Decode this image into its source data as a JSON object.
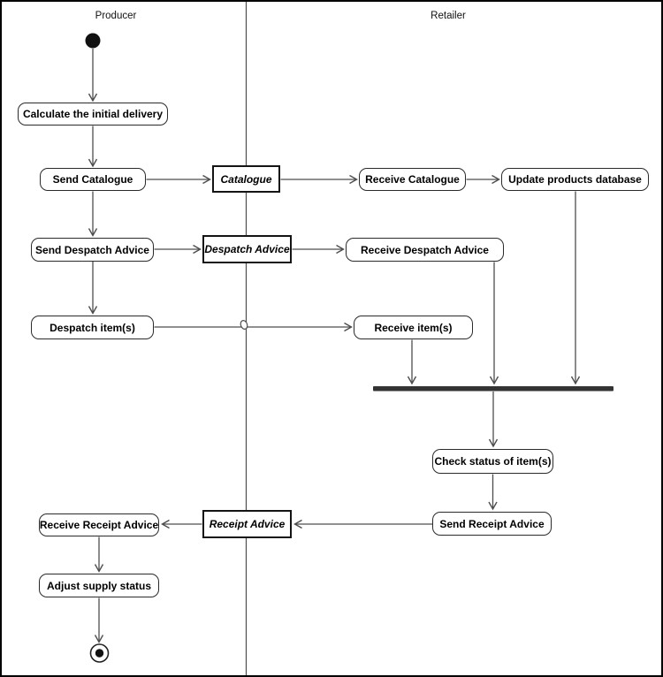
{
  "lanes": {
    "producer": "Producer",
    "retailer": "Retailer"
  },
  "nodes": {
    "calculate": "Calculate the initial delivery",
    "send_catalogue": "Send Catalogue",
    "catalogue_object": "Catalogue",
    "receive_catalogue": "Receive Catalogue",
    "update_products": "Update products database",
    "send_despatch": "Send Despatch Advice",
    "despatch_object": "Despatch Advice",
    "receive_despatch": "Receive Despatch Advice",
    "despatch_items": "Despatch item(s)",
    "receive_items": "Receive item(s)",
    "check_status": "Check status of item(s)",
    "send_receipt": "Send Receipt Advice",
    "receipt_object": "Receipt Advice",
    "receive_receipt": "Receive Receipt Advice",
    "adjust_supply": "Adjust supply status"
  },
  "symbols": {
    "start": "initial-node",
    "end": "activity-final-node",
    "join": "join-synchronization-bar",
    "hop": "line-hop"
  },
  "edges": [
    {
      "from": "start",
      "to": "calculate"
    },
    {
      "from": "calculate",
      "to": "send_catalogue"
    },
    {
      "from": "send_catalogue",
      "to": "catalogue_object"
    },
    {
      "from": "catalogue_object",
      "to": "receive_catalogue"
    },
    {
      "from": "receive_catalogue",
      "to": "update_products"
    },
    {
      "from": "send_catalogue",
      "to": "send_despatch"
    },
    {
      "from": "send_despatch",
      "to": "despatch_object"
    },
    {
      "from": "despatch_object",
      "to": "receive_despatch"
    },
    {
      "from": "send_despatch",
      "to": "despatch_items"
    },
    {
      "from": "despatch_items",
      "to": "receive_items"
    },
    {
      "from": "receive_items",
      "to": "join"
    },
    {
      "from": "receive_despatch",
      "to": "join"
    },
    {
      "from": "update_products",
      "to": "join"
    },
    {
      "from": "join",
      "to": "check_status"
    },
    {
      "from": "check_status",
      "to": "send_receipt"
    },
    {
      "from": "send_receipt",
      "to": "receipt_object"
    },
    {
      "from": "receipt_object",
      "to": "receive_receipt"
    },
    {
      "from": "receive_receipt",
      "to": "adjust_supply"
    },
    {
      "from": "adjust_supply",
      "to": "end"
    }
  ],
  "colors": {
    "background": "#ffffff",
    "connector": "#4d4d4d",
    "activity_border": "#2a2a2a",
    "object_border": "#141414",
    "join_bar": "#333333",
    "text": "#000000"
  }
}
